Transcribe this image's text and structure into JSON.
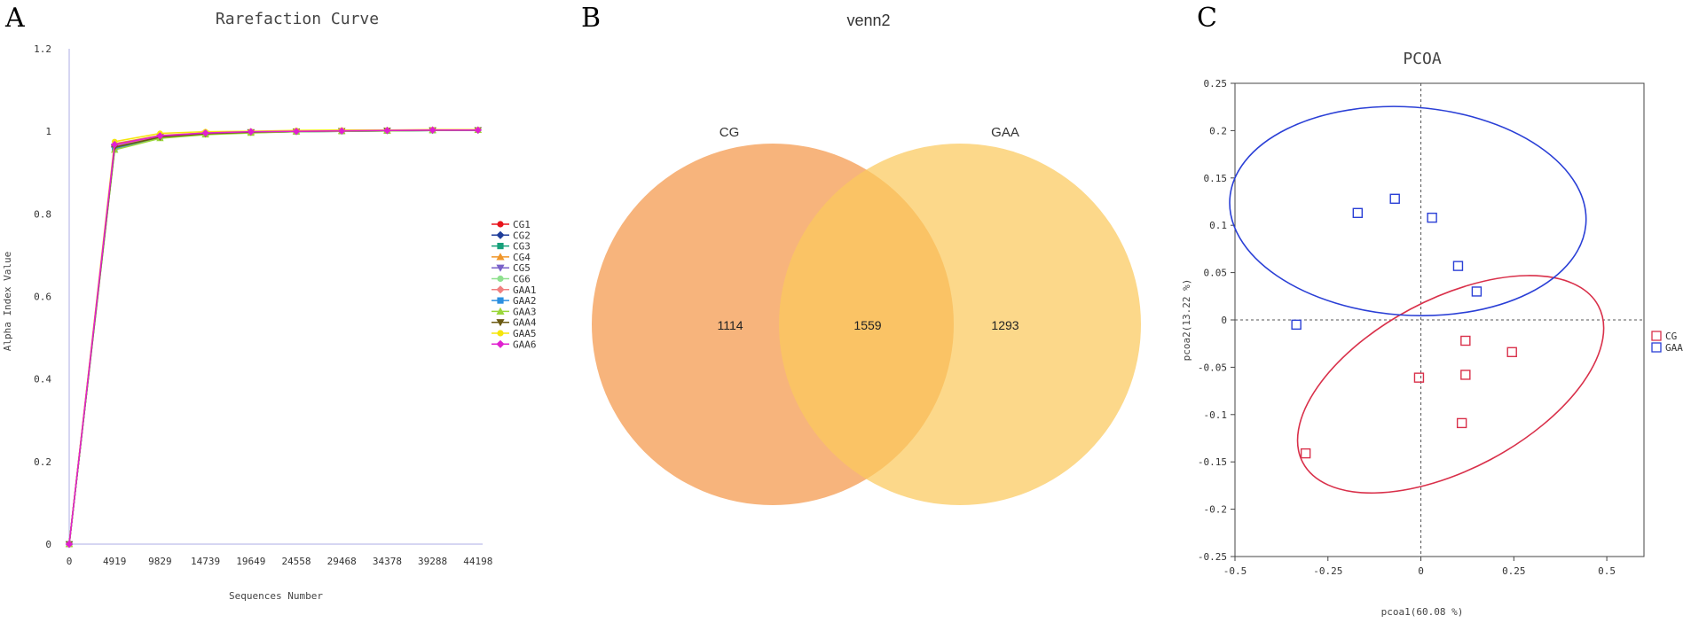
{
  "panels": {
    "a": "A",
    "b": "B",
    "c": "C"
  },
  "chart_data": [
    {
      "type": "line",
      "title": "Rarefaction Curve",
      "xlabel": "Sequences Number",
      "ylabel": "Alpha Index Value",
      "x": [
        0,
        4919,
        9829,
        14739,
        19649,
        24558,
        29468,
        34378,
        39288,
        44198
      ],
      "x_tick_labels": [
        "0",
        "4919",
        "9829",
        "14739",
        "19649",
        "24558",
        "29468",
        "34378",
        "39288",
        "44198"
      ],
      "ylim": [
        0,
        1.2
      ],
      "y_ticks": [
        0,
        0.2,
        0.4,
        0.6,
        0.8,
        1,
        1.2
      ],
      "y_tick_labels": [
        "0",
        "0.2",
        "0.4",
        "0.6",
        "0.8",
        "1",
        "1.2"
      ],
      "grid": false,
      "legend_position": "right",
      "series": [
        {
          "name": "CG1",
          "color": "#e8141c",
          "marker": "circle",
          "values": [
            0,
            0.965,
            0.988,
            0.995,
            0.998,
            1.0,
            1.001,
            1.002,
            1.003,
            1.003
          ]
        },
        {
          "name": "CG2",
          "color": "#1f3d9a",
          "marker": "diamond",
          "values": [
            0,
            0.962,
            0.987,
            0.994,
            0.998,
            1.0,
            1.001,
            1.002,
            1.003,
            1.003
          ]
        },
        {
          "name": "CG3",
          "color": "#17a07a",
          "marker": "square",
          "values": [
            0,
            0.958,
            0.985,
            0.993,
            0.997,
            0.999,
            1.0,
            1.001,
            1.002,
            1.003
          ]
        },
        {
          "name": "CG4",
          "color": "#f0962a",
          "marker": "triangle-up",
          "values": [
            0,
            0.97,
            0.99,
            0.996,
            0.999,
            1.0,
            1.001,
            1.002,
            1.003,
            1.003
          ]
        },
        {
          "name": "CG5",
          "color": "#7a62c8",
          "marker": "triangle-down",
          "values": [
            0,
            0.963,
            0.987,
            0.994,
            0.998,
            1.0,
            1.001,
            1.002,
            1.002,
            1.003
          ]
        },
        {
          "name": "CG6",
          "color": "#8fe08f",
          "marker": "circle",
          "values": [
            0,
            0.96,
            0.986,
            0.994,
            0.997,
            0.999,
            1.0,
            1.001,
            1.002,
            1.003
          ]
        },
        {
          "name": "GAA1",
          "color": "#f08080",
          "marker": "diamond",
          "values": [
            0,
            0.966,
            0.988,
            0.995,
            0.998,
            1.0,
            1.001,
            1.002,
            1.003,
            1.003
          ]
        },
        {
          "name": "GAA2",
          "color": "#2b8fe0",
          "marker": "square",
          "values": [
            0,
            0.957,
            0.984,
            0.993,
            0.997,
            0.999,
            1.0,
            1.001,
            1.002,
            1.003
          ]
        },
        {
          "name": "GAA3",
          "color": "#9ad63a",
          "marker": "triangle-up",
          "values": [
            0,
            0.955,
            0.983,
            0.992,
            0.996,
            0.999,
            1.0,
            1.001,
            1.002,
            1.003
          ]
        },
        {
          "name": "GAA4",
          "color": "#6b5a12",
          "marker": "triangle-down",
          "values": [
            0,
            0.961,
            0.986,
            0.994,
            0.998,
            1.0,
            1.001,
            1.002,
            1.003,
            1.003
          ]
        },
        {
          "name": "GAA5",
          "color": "#f5e50a",
          "marker": "circle",
          "values": [
            0,
            0.975,
            0.995,
            0.999,
            1.0,
            1.002,
            1.003,
            1.003,
            1.004,
            1.004
          ]
        },
        {
          "name": "GAA6",
          "color": "#e020d0",
          "marker": "diamond",
          "values": [
            0,
            0.968,
            0.989,
            0.996,
            0.999,
            1.0,
            1.001,
            1.002,
            1.003,
            1.003
          ]
        }
      ]
    },
    {
      "type": "venn",
      "title": "venn2",
      "sets": [
        {
          "name": "CG",
          "color": "#f5a35f",
          "only": 1114
        },
        {
          "name": "GAA",
          "color": "#fbc95d",
          "only": 1293
        }
      ],
      "intersection": 1559,
      "intersection_color": "#f5a03c"
    },
    {
      "type": "scatter",
      "title": "PCOA",
      "xlabel": "pcoa1(60.08 %)",
      "ylabel": "pcoa2(13.22 %)",
      "xlim": [
        -0.5,
        0.6
      ],
      "ylim": [
        -0.25,
        0.25
      ],
      "x_ticks": [
        -0.5,
        -0.25,
        0,
        0.25,
        0.5
      ],
      "x_tick_labels": [
        "-0.5",
        "-0.25",
        "0",
        "0.25",
        "0.5"
      ],
      "y_ticks": [
        -0.25,
        -0.2,
        -0.15,
        -0.1,
        -0.05,
        0,
        0.05,
        0.1,
        0.15,
        0.2,
        0.25
      ],
      "y_tick_labels": [
        "-0.25",
        "-0.2",
        "-0.15",
        "-0.1",
        "-0.05",
        "0",
        "0.05",
        "0.1",
        "0.15",
        "0.2",
        "0.25"
      ],
      "reference_lines": {
        "x": 0,
        "y": 0
      },
      "legend_position": "right",
      "series": [
        {
          "name": "CG",
          "color": "#d9304a",
          "marker": "open-square",
          "points": [
            [
              -0.31,
              -0.141
            ],
            [
              -0.005,
              -0.061
            ],
            [
              0.11,
              -0.109
            ],
            [
              0.12,
              -0.022
            ],
            [
              0.12,
              -0.058
            ],
            [
              0.245,
              -0.034
            ]
          ],
          "ellipse": {
            "cx": 0.08,
            "cy": -0.068,
            "rx": 0.45,
            "ry": 0.09,
            "angle_deg": 28
          }
        },
        {
          "name": "GAA",
          "color": "#2a3fd6",
          "marker": "open-square",
          "points": [
            [
              -0.335,
              -0.005
            ],
            [
              -0.17,
              0.113
            ],
            [
              -0.07,
              0.128
            ],
            [
              0.03,
              0.108
            ],
            [
              0.1,
              0.057
            ],
            [
              0.15,
              0.03
            ]
          ],
          "ellipse": {
            "cx": -0.035,
            "cy": 0.115,
            "rx": 0.48,
            "ry": 0.11,
            "angle_deg": -4
          }
        }
      ]
    }
  ]
}
